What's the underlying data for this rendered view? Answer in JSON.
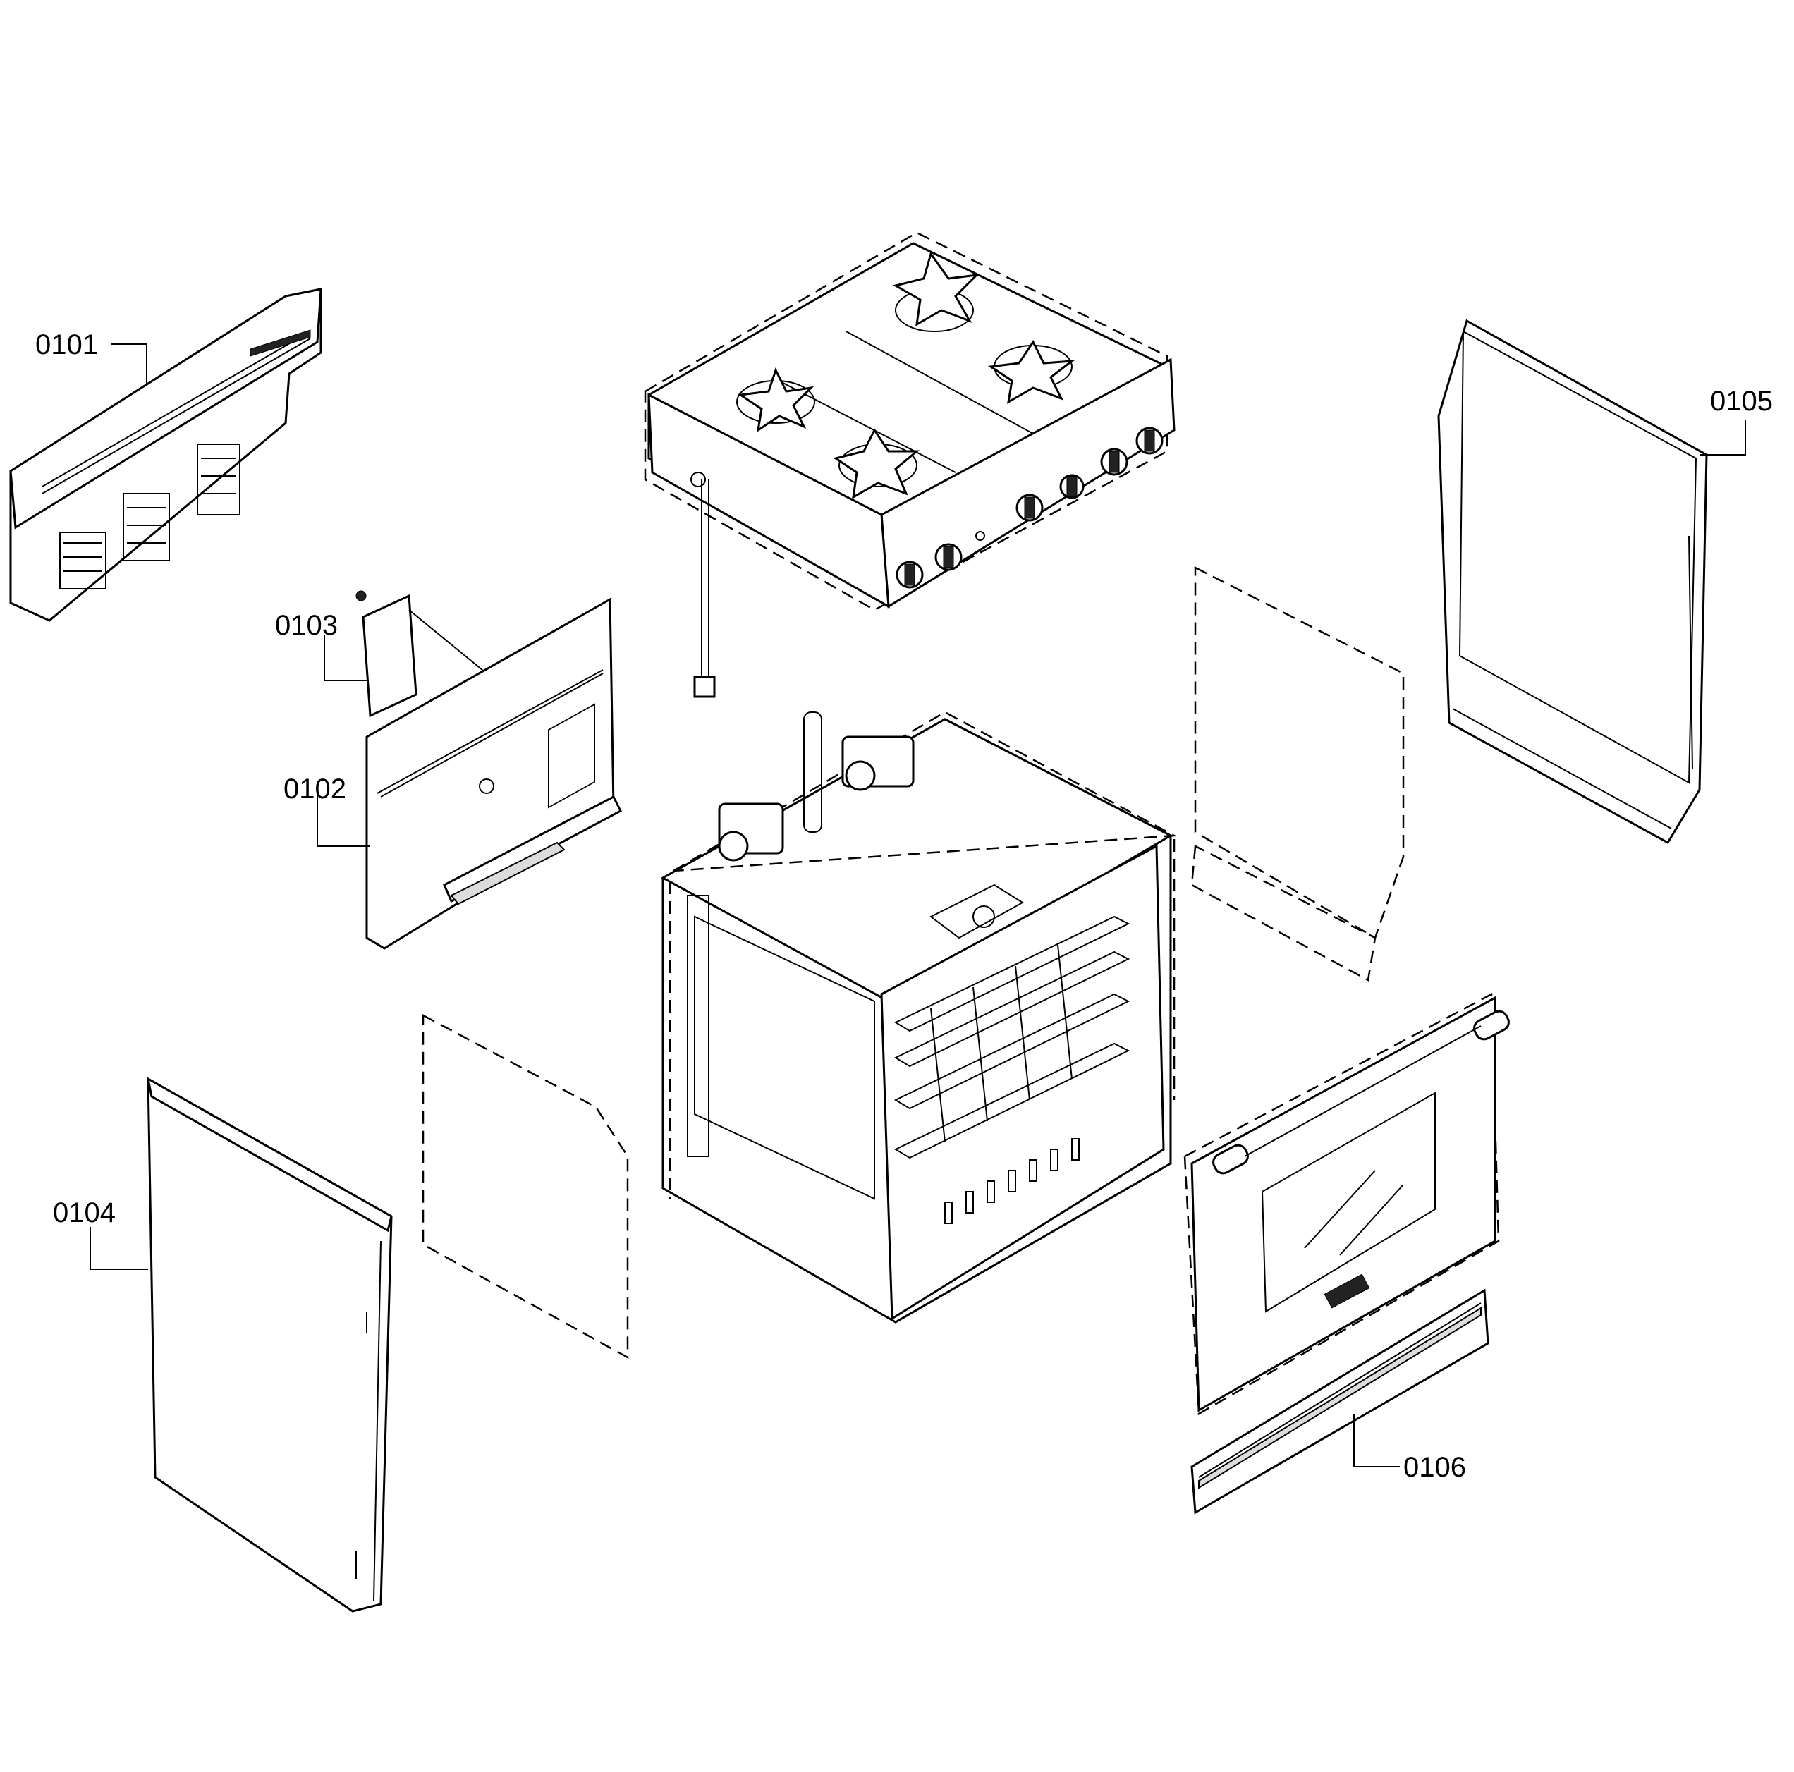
{
  "labels": {
    "p0101": "0101",
    "p0102": "0102",
    "p0103": "0103",
    "p0104": "0104",
    "p0105": "0105",
    "p0106": "0106"
  },
  "colors": {
    "line": "#000000",
    "background": "#ffffff"
  }
}
